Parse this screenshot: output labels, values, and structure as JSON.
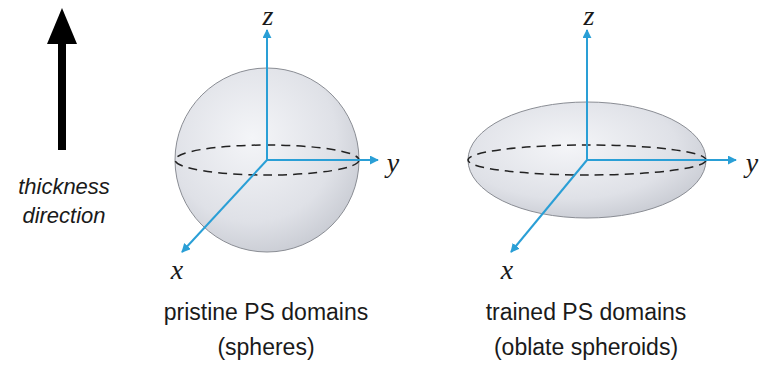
{
  "diagram": {
    "labels": [
      "thickness direction",
      "z",
      "y",
      "x",
      "pristine PS domains (spheres)",
      "z",
      "y",
      "x",
      "trained PS domains (oblate spheroids)"
    ]
  }
}
